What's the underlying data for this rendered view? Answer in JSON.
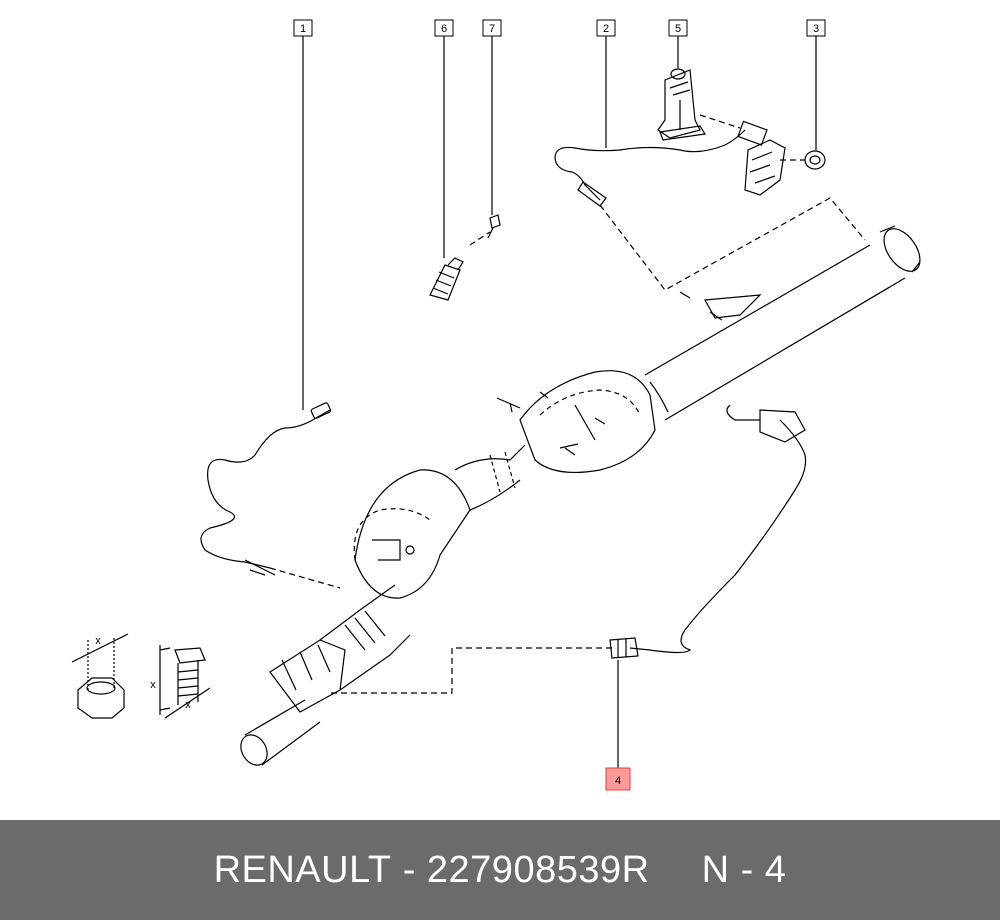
{
  "callouts": {
    "c1": "1",
    "c2": "2",
    "c3": "3",
    "c4": "4",
    "c5": "5",
    "c6": "6",
    "c7": "7"
  },
  "dimension_labels": {
    "nut_x": "x",
    "bolt_x_left": "x",
    "bolt_x_bottom": "x"
  },
  "highlight_color": "#ff9a9a",
  "footer": {
    "brand": "RENAULT",
    "dash": "-",
    "part_number": "227908539R",
    "position": "N - 4"
  }
}
